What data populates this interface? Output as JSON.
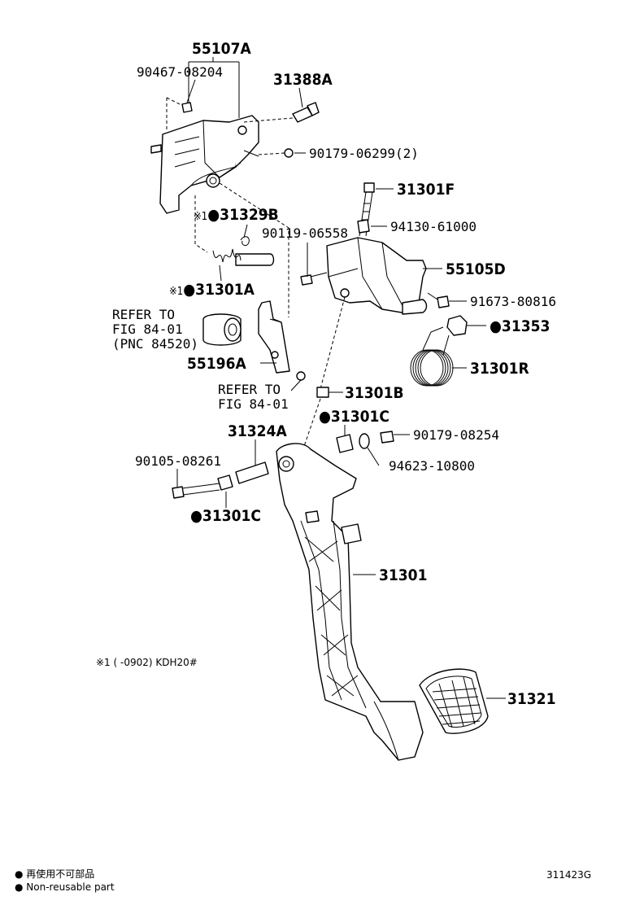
{
  "labels": {
    "p55107A": "55107A",
    "p90467": "90467-08204",
    "p31388A": "31388A",
    "p90179a": "90179-06299(2)",
    "p31301F": "31301F",
    "p94130": "94130-61000",
    "p90119": "90119-06558",
    "p55105D": "55105D",
    "p31329B": "31329B",
    "p91673": "91673-80816",
    "p31301A": "31301A",
    "p31353": "31353",
    "refer1_l1": "REFER TO",
    "refer1_l2": "FIG 84-01",
    "refer1_l3": "(PNC 84520)",
    "p31301R": "31301R",
    "p55196A": "55196A",
    "refer2_l1": "REFER TO",
    "refer2_l2": "FIG 84-01",
    "p31301B": "31301B",
    "p31301C_top": "31301C",
    "p90179b": "90179-08254",
    "p31324A": "31324A",
    "p94623": "94623-10800",
    "p90105": "90105-08261",
    "p31301C_bot": "31301C",
    "p31301": "31301",
    "p31321": "31321"
  },
  "markers": {
    "ref_mark": "※1",
    "nonreuse_dot": "●"
  },
  "footnote": {
    "applicability": "※1 (   -0902) KDH20#"
  },
  "legend": {
    "line_jp": "● 再使用不可部品",
    "line_en": "● Non-reusable part"
  },
  "figure_code": "311423G"
}
